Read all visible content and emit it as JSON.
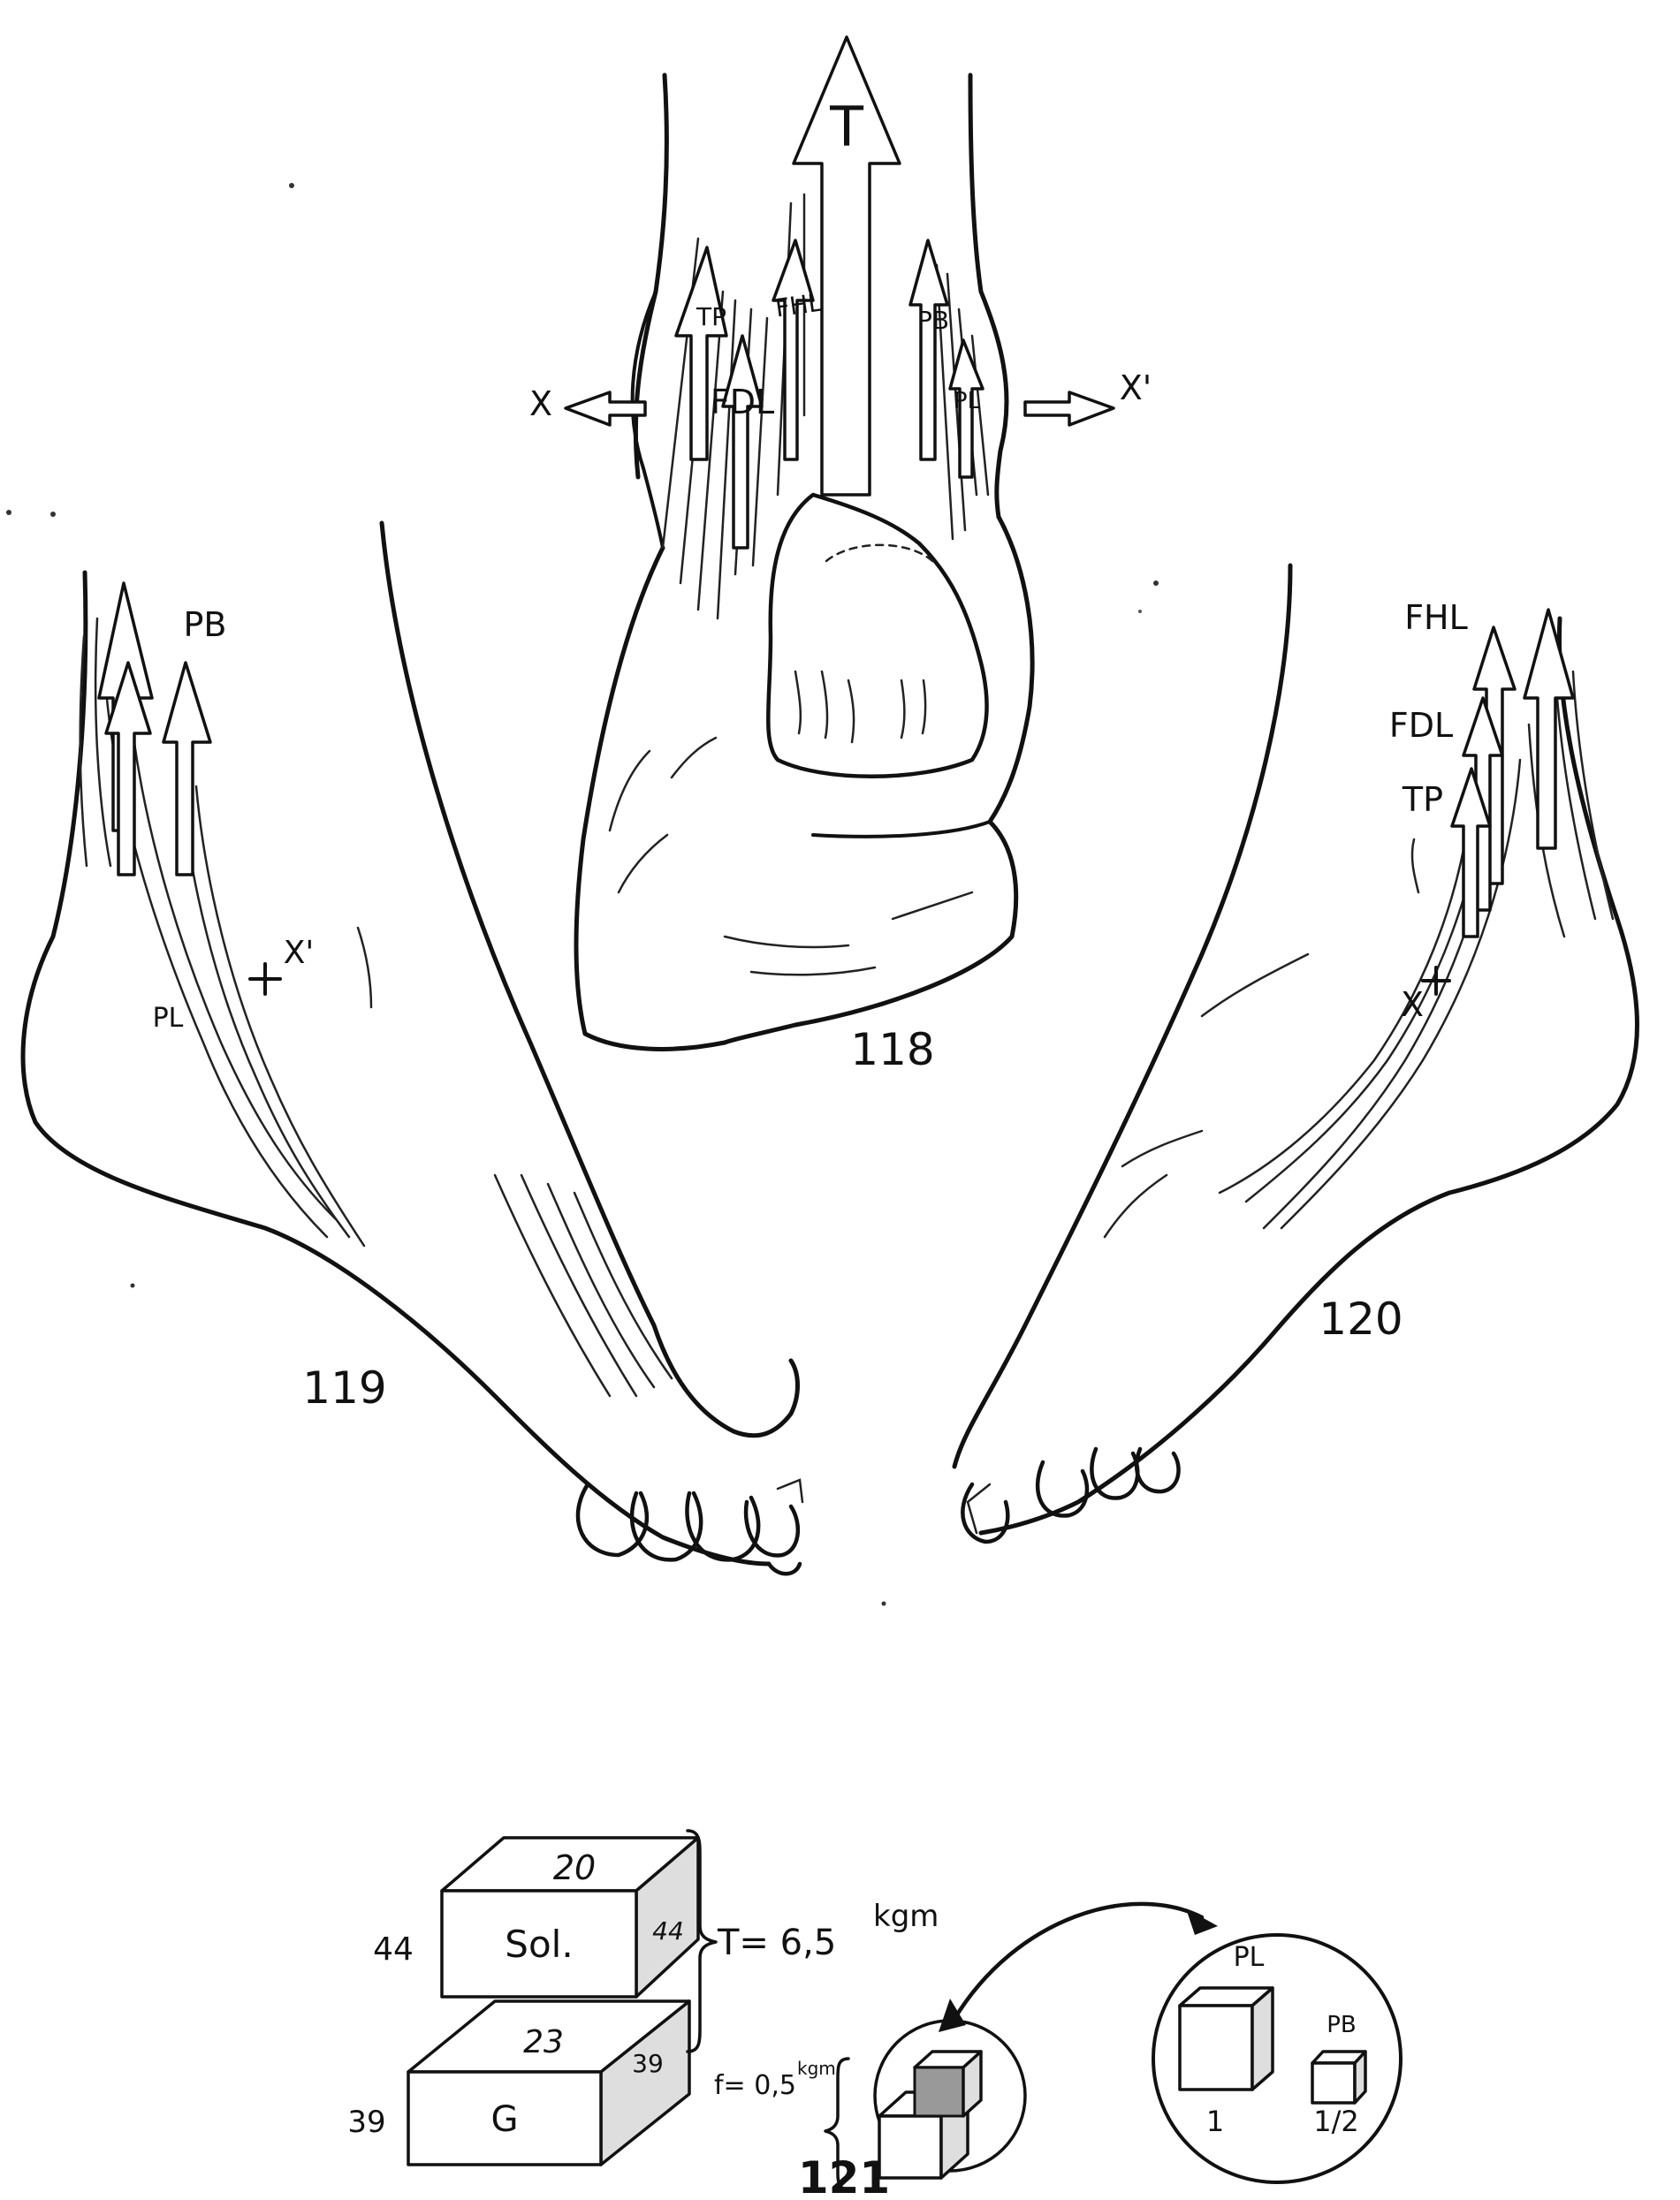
{
  "fig118": {
    "number": "118",
    "labels": {
      "T": "T",
      "TP": "TP",
      "FHL": "FHL",
      "FDL": "FDL",
      "PB": "PB",
      "PL": "PL",
      "X": "X",
      "Xp": "X'"
    }
  },
  "fig119": {
    "number": "119",
    "labels": {
      "PB": "PB",
      "PL": "PL",
      "Xp": "X'"
    }
  },
  "fig120": {
    "number": "120",
    "labels": {
      "FHL": "FHL",
      "FDL": "FDL",
      "TP": "TP",
      "X": "X"
    }
  },
  "fig121": {
    "number": "121",
    "top_box": {
      "label": "Sol.",
      "top": "20",
      "side": "44",
      "left": "44"
    },
    "bottom_box": {
      "label": "G",
      "top": "23",
      "side": "39",
      "left": "39"
    },
    "T_formula": "T= 6,5",
    "T_unit": "kgm",
    "f_formula": "f= 0,5",
    "f_unit": "kgm",
    "circle_label_PL": "PL",
    "circle_label_PB": "PB",
    "circle_value_1": "1",
    "circle_value_half": "1/2"
  }
}
